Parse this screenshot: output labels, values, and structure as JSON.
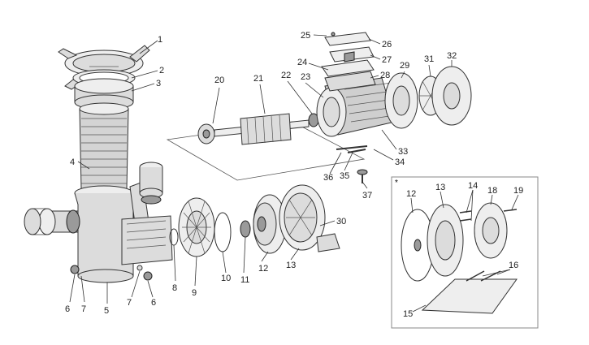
{
  "diagram": {
    "inset_marker": "*",
    "callouts": [
      {
        "id": "c1",
        "label": "1"
      },
      {
        "id": "c2",
        "label": "2"
      },
      {
        "id": "c3",
        "label": "3"
      },
      {
        "id": "c4",
        "label": "4"
      },
      {
        "id": "c5",
        "label": "5"
      },
      {
        "id": "c6a",
        "label": "6"
      },
      {
        "id": "c7a",
        "label": "7"
      },
      {
        "id": "c7b",
        "label": "7"
      },
      {
        "id": "c6b",
        "label": "6"
      },
      {
        "id": "c8",
        "label": "8"
      },
      {
        "id": "c9",
        "label": "9"
      },
      {
        "id": "c10",
        "label": "10"
      },
      {
        "id": "c11",
        "label": "11"
      },
      {
        "id": "c12",
        "label": "12"
      },
      {
        "id": "c13",
        "label": "13"
      },
      {
        "id": "c30",
        "label": "30"
      },
      {
        "id": "c20",
        "label": "20"
      },
      {
        "id": "c21",
        "label": "21"
      },
      {
        "id": "c22",
        "label": "22"
      },
      {
        "id": "c23",
        "label": "23"
      },
      {
        "id": "c24",
        "label": "24"
      },
      {
        "id": "c25",
        "label": "25"
      },
      {
        "id": "c26",
        "label": "26"
      },
      {
        "id": "c27",
        "label": "27"
      },
      {
        "id": "c28",
        "label": "28"
      },
      {
        "id": "c29",
        "label": "29"
      },
      {
        "id": "c31",
        "label": "31"
      },
      {
        "id": "c32",
        "label": "32"
      },
      {
        "id": "c33",
        "label": "33"
      },
      {
        "id": "c34",
        "label": "34"
      },
      {
        "id": "c35",
        "label": "35"
      },
      {
        "id": "c36",
        "label": "36"
      },
      {
        "id": "c37",
        "label": "37"
      },
      {
        "id": "i12",
        "label": "12"
      },
      {
        "id": "i13",
        "label": "13"
      },
      {
        "id": "i14",
        "label": "14"
      },
      {
        "id": "i18",
        "label": "18"
      },
      {
        "id": "i19",
        "label": "19"
      },
      {
        "id": "i16",
        "label": "16"
      },
      {
        "id": "i15",
        "label": "15"
      }
    ]
  }
}
